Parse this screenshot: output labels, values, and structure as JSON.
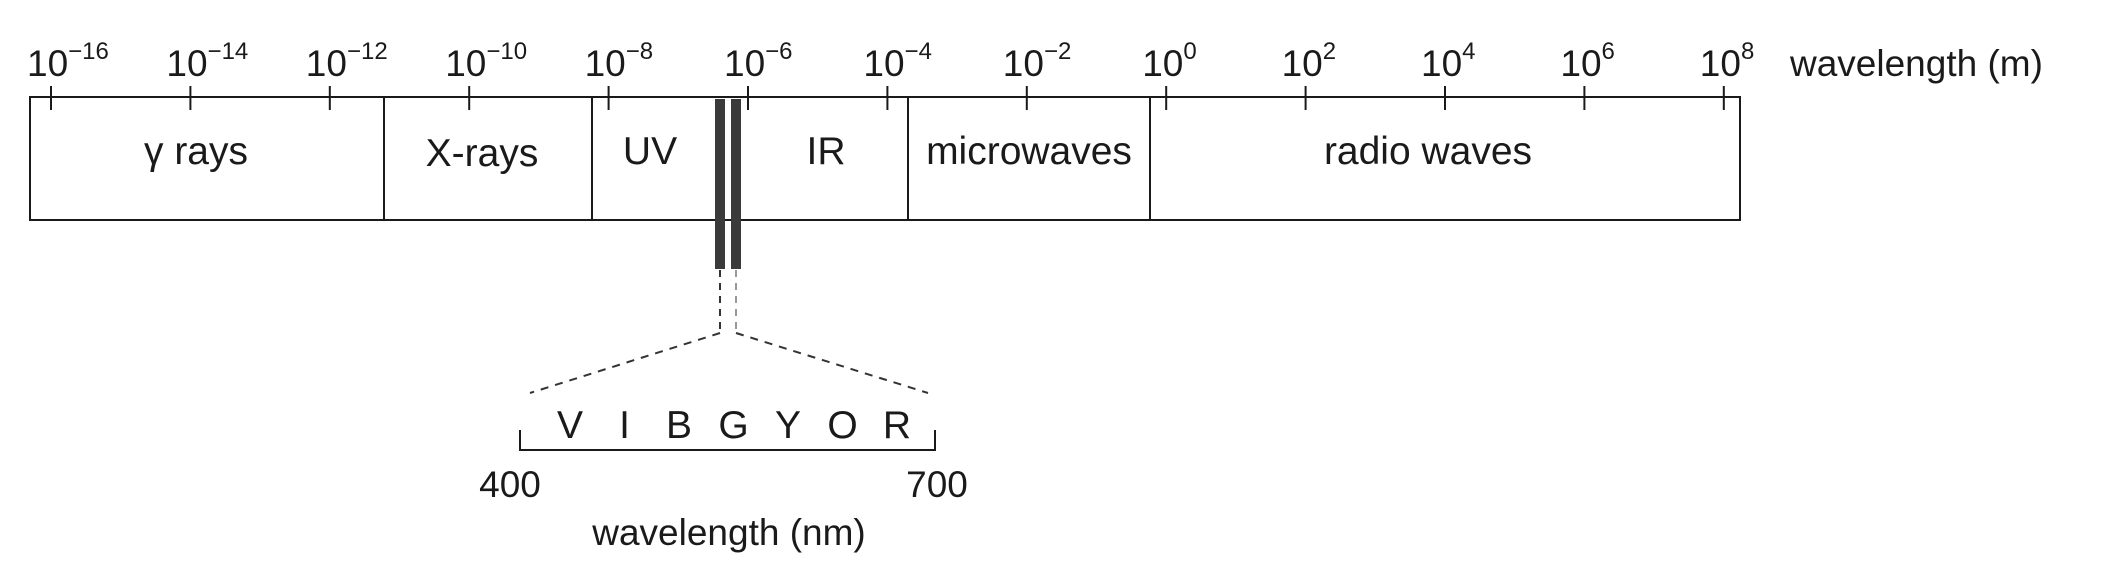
{
  "axis": {
    "unit_label": "wavelength (m)",
    "ticks": [
      {
        "base": "10",
        "exp": "−16"
      },
      {
        "base": "10",
        "exp": "−14"
      },
      {
        "base": "10",
        "exp": "−12"
      },
      {
        "base": "10",
        "exp": "−10"
      },
      {
        "base": "10",
        "exp": "−8"
      },
      {
        "base": "10",
        "exp": "−6"
      },
      {
        "base": "10",
        "exp": "−4"
      },
      {
        "base": "10",
        "exp": "−2"
      },
      {
        "base": "10",
        "exp": "0"
      },
      {
        "base": "10",
        "exp": "2"
      },
      {
        "base": "10",
        "exp": "4"
      },
      {
        "base": "10",
        "exp": "6"
      },
      {
        "base": "10",
        "exp": "8"
      }
    ]
  },
  "bands": [
    {
      "id": "gamma",
      "label": "γ rays"
    },
    {
      "id": "xray",
      "label": "X-rays"
    },
    {
      "id": "uv",
      "label": "UV"
    },
    {
      "id": "ir",
      "label": "IR"
    },
    {
      "id": "microwave",
      "label": "microwaves"
    },
    {
      "id": "radio",
      "label": "radio waves"
    }
  ],
  "visible": {
    "colors": [
      "V",
      "I",
      "B",
      "G",
      "Y",
      "O",
      "R"
    ],
    "min_label": "400",
    "max_label": "700",
    "unit_label": "wavelength (nm)"
  }
}
